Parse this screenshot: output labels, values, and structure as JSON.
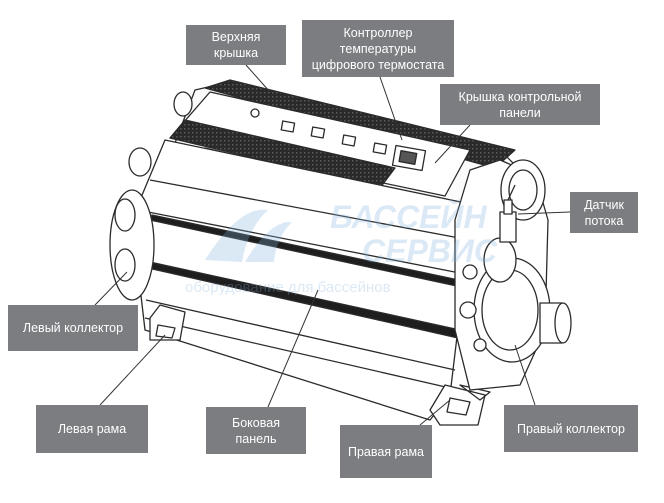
{
  "labels": {
    "top_cover": "Верхняя\nкрышка",
    "thermostat_controller": "Контроллер\nтемпературы\nцифрового термостата",
    "control_panel_cover": "Крышка контрольной\nпанели",
    "flow_sensor": "Датчик\nпотока",
    "left_collector": "Левый коллектор",
    "left_frame": "Левая рама",
    "side_panel": "Боковая\nпанель",
    "right_frame": "Правая рама",
    "right_collector": "Правый коллектор"
  },
  "watermark": {
    "line1": "БАССЕЙН",
    "line2": "СЕРВИС",
    "line3": "оборудование для бассейнов"
  },
  "colors": {
    "label_bg": "#7b7d80",
    "label_text": "#ffffff",
    "line": "#333333",
    "watermark": "#7fb0dc"
  }
}
